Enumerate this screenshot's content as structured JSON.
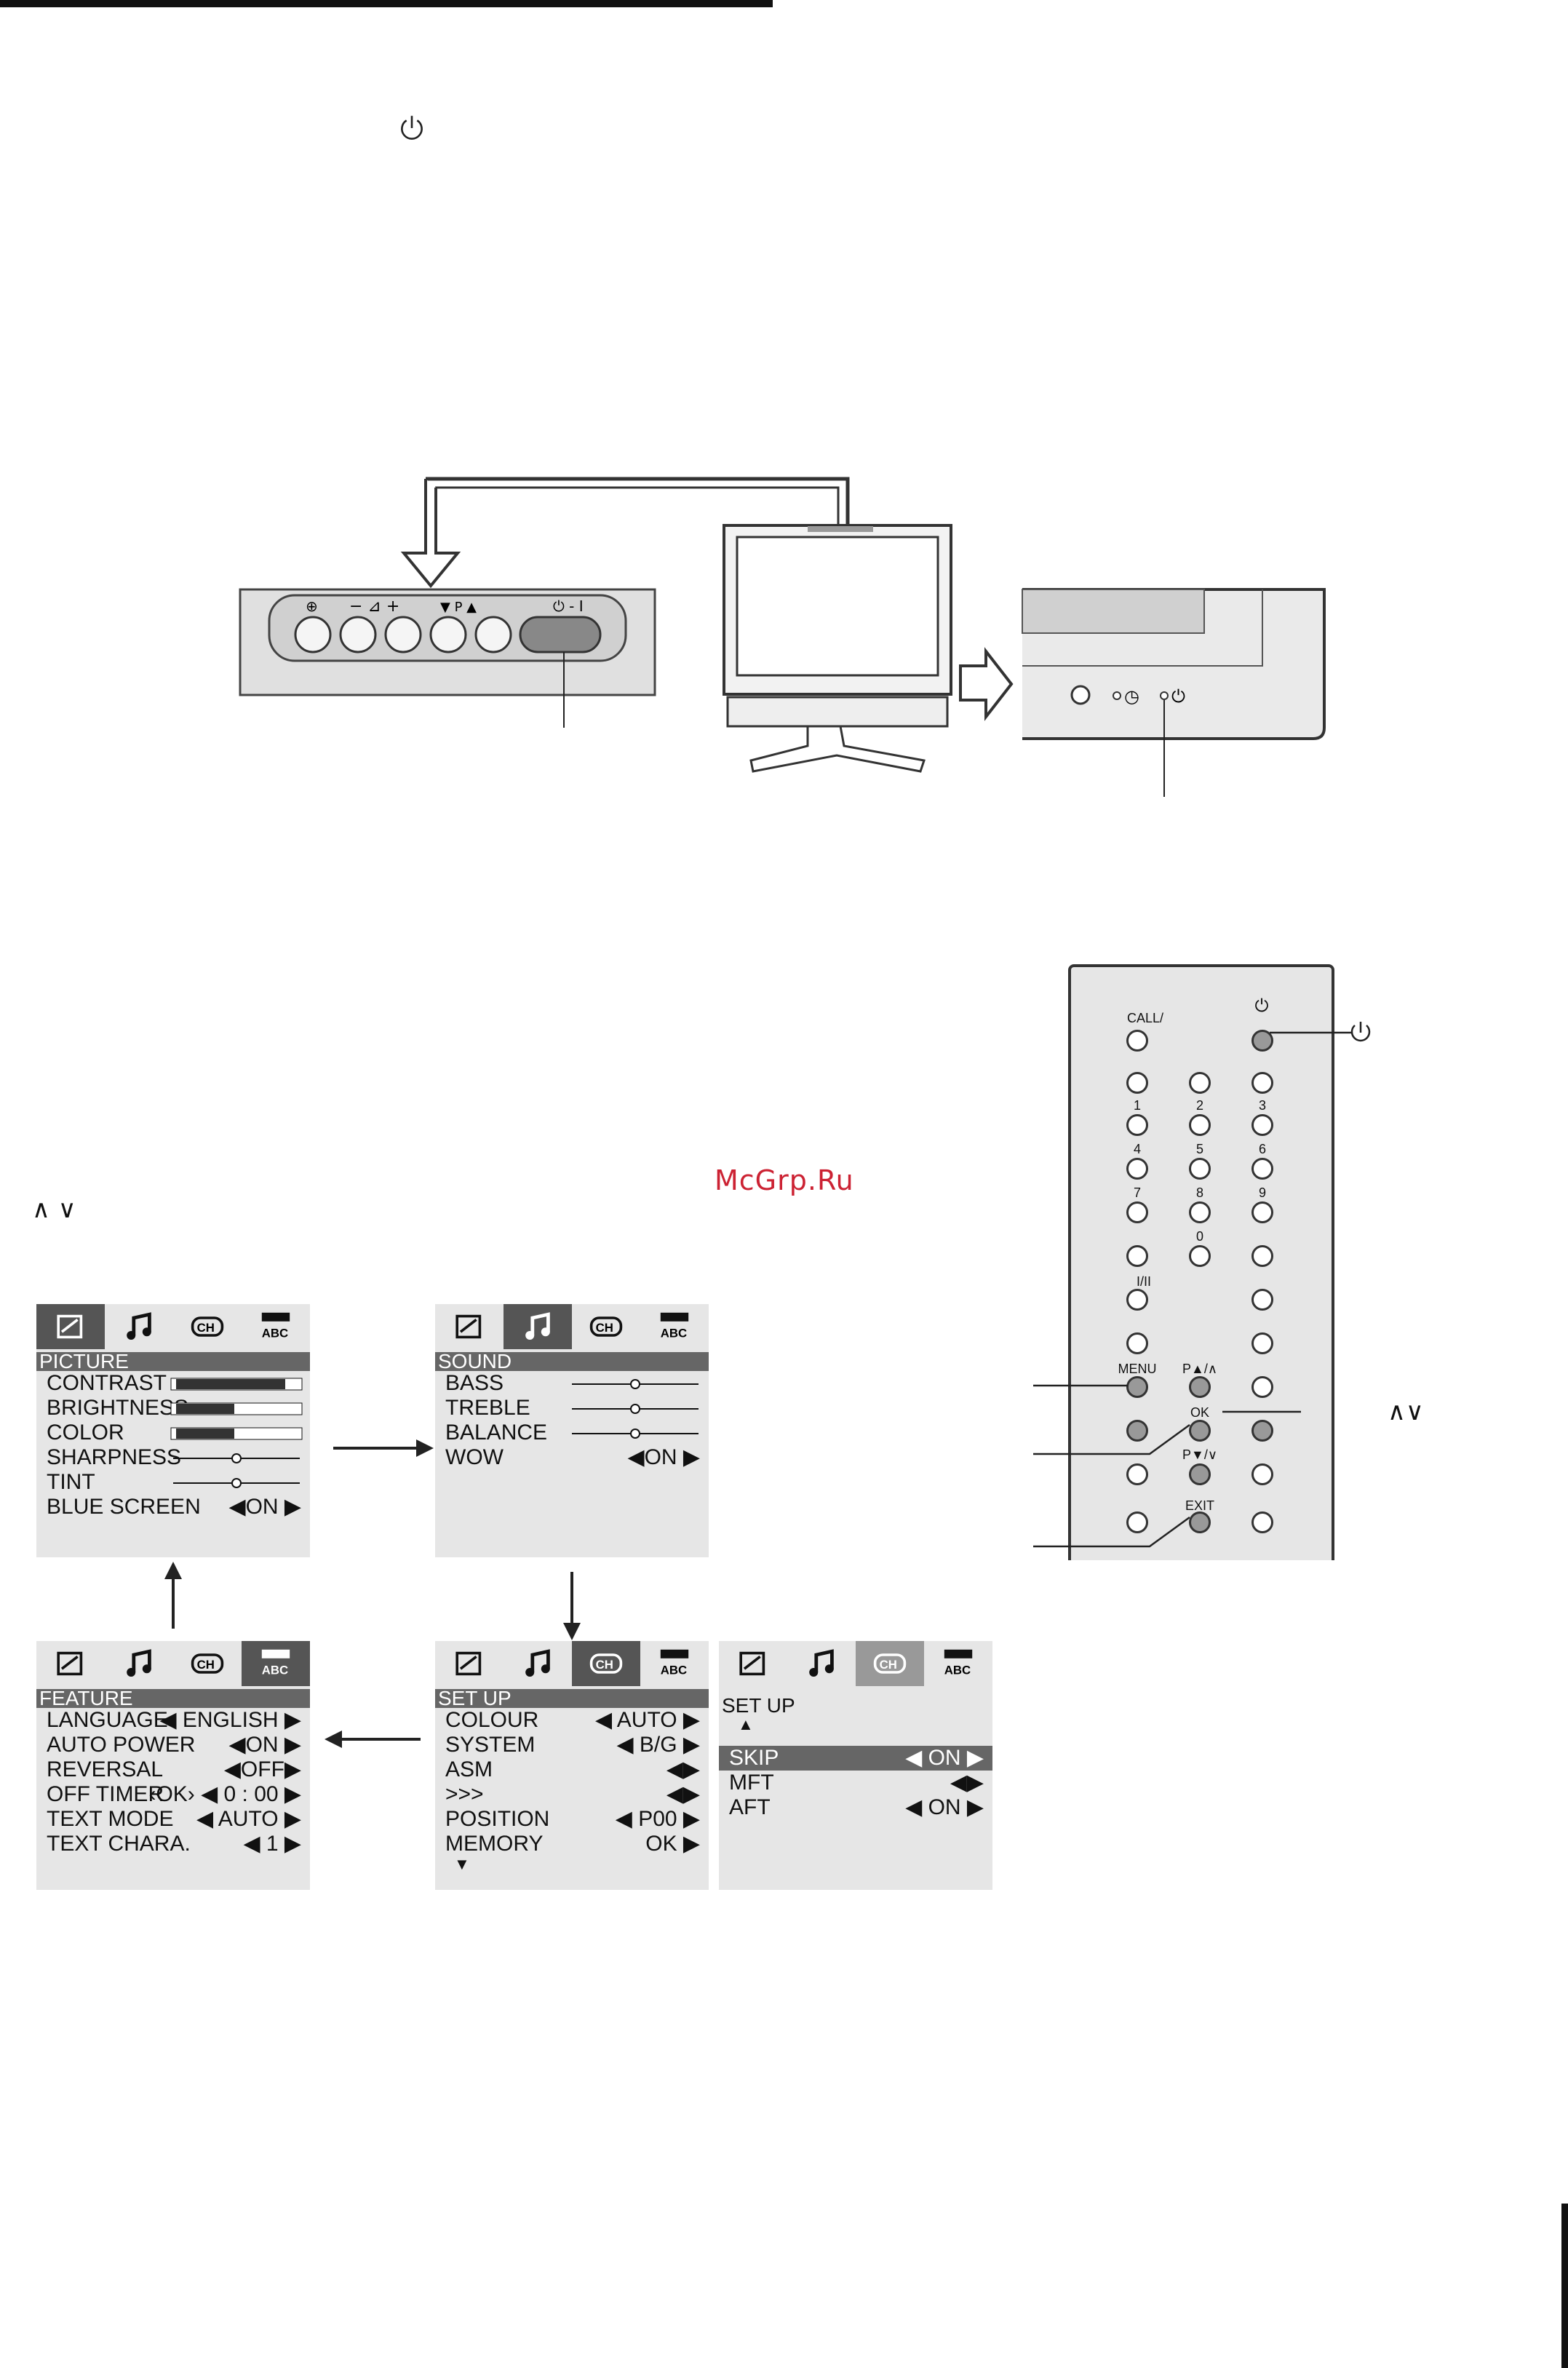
{
  "watermark": "McGrp.Ru",
  "tv_panel": {
    "labels": [
      "⊕",
      "−",
      "⊿",
      "+",
      "▼",
      "P",
      "▲",
      "⏻ - I"
    ]
  },
  "remote": {
    "top_labels": {
      "call": "CALL/",
      "power": "⏻"
    },
    "numbers": [
      "1",
      "2",
      "3",
      "4",
      "5",
      "6",
      "7",
      "8",
      "9",
      "0"
    ],
    "menu": "MENU",
    "p_up": "P▲/∧",
    "ok": "OK",
    "p_down": "P▼/∨",
    "exit": "EXIT",
    "mono": "I/II"
  },
  "caret_labels": {
    "left": "∧ ∨",
    "right": "∧∨"
  },
  "menus": {
    "picture": {
      "title": "PICTURE",
      "rows": [
        {
          "label": "CONTRAST",
          "value": ""
        },
        {
          "label": "BRIGHTNESS",
          "value": ""
        },
        {
          "label": "COLOR",
          "value": ""
        },
        {
          "label": "SHARPNESS",
          "value": ""
        },
        {
          "label": "TINT",
          "value": ""
        },
        {
          "label": "BLUE SCREEN",
          "value": "◀ON ▶"
        }
      ]
    },
    "sound": {
      "title": "SOUND",
      "rows": [
        {
          "label": "BASS",
          "value": ""
        },
        {
          "label": "TREBLE",
          "value": ""
        },
        {
          "label": "BALANCE",
          "value": ""
        },
        {
          "label": "WOW",
          "value": "◀ON ▶"
        }
      ]
    },
    "feature": {
      "title": "FEATURE",
      "rows": [
        {
          "label": "LANGUAGE",
          "value": "◀ ENGLISH ▶"
        },
        {
          "label": "AUTO POWER",
          "value": "◀ON ▶"
        },
        {
          "label": "REVERSAL",
          "value": "◀OFF▶"
        },
        {
          "label": "OFF TIMER",
          "value": "‹OK› ◀ 0 : 00 ▶"
        },
        {
          "label": "TEXT MODE",
          "value": "◀  AUTO ▶"
        },
        {
          "label": "TEXT CHARA.",
          "value": "◀  1  ▶"
        }
      ]
    },
    "setup1": {
      "title": "SET UP",
      "rows": [
        {
          "label": "COLOUR",
          "value": "◀  AUTO  ▶"
        },
        {
          "label": "SYSTEM",
          "value": "◀  B/G ▶"
        },
        {
          "label": "ASM",
          "value": "◀▶"
        },
        {
          "label": ">>>",
          "value": "◀▶"
        },
        {
          "label": "POSITION",
          "value": "◀ P00 ▶"
        },
        {
          "label": "MEMORY",
          "value": "OK ▶"
        }
      ]
    },
    "setup2": {
      "title": "SET UP",
      "rows": [
        {
          "label": "SKIP",
          "value": "◀  ON  ▶"
        },
        {
          "label": "MFT",
          "value": "◀▶"
        },
        {
          "label": "AFT",
          "value": "◀  ON  ▶"
        }
      ]
    }
  }
}
